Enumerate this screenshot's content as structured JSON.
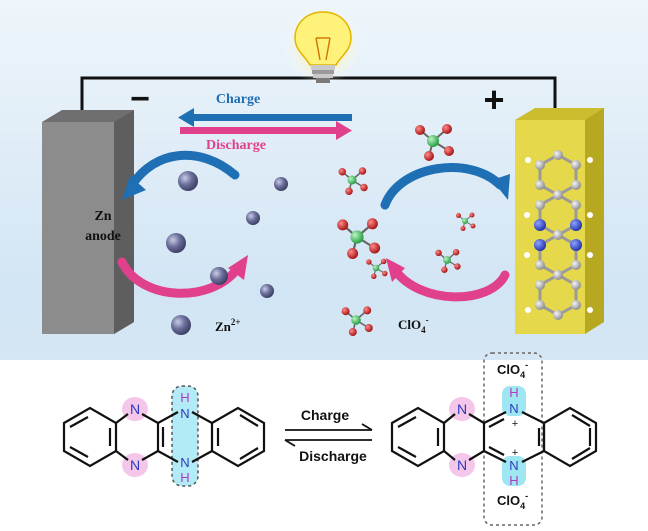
{
  "battery": {
    "charge_label": "Charge",
    "discharge_label": "Discharge",
    "minus_sign": "−",
    "plus_sign": "+",
    "anode_label_line1": "Zn",
    "anode_label_line2": "anode",
    "zn_ion_label": "Zn",
    "zn_ion_charge": "2+",
    "perchlorate_label": "ClO",
    "perchlorate_subscript": "4",
    "perchlorate_charge": "-"
  },
  "reaction": {
    "charge_label": "Charge",
    "discharge_label": "Discharge",
    "atom_n": "N",
    "atom_h": "H",
    "ion_label": "ClO",
    "ion_subscript": "4",
    "ion_charge": "-",
    "cation_plus": "+"
  },
  "colors": {
    "background_top": "#cfe3f3",
    "charge_arrow": "#1f6fb5",
    "discharge_arrow": "#e0408c",
    "anode": "#8c8c8c",
    "cathode": "#e5d84a",
    "zn_ion": "#6a6e9a",
    "chlorine": "#2fb44a",
    "oxygen": "#c41818",
    "nitrogen_highlight": "#f4c6ea",
    "nh_highlight": "#9fe6f3",
    "nh_text": "#b23bc4"
  },
  "icons": {
    "lamp": "light-bulb-icon"
  }
}
